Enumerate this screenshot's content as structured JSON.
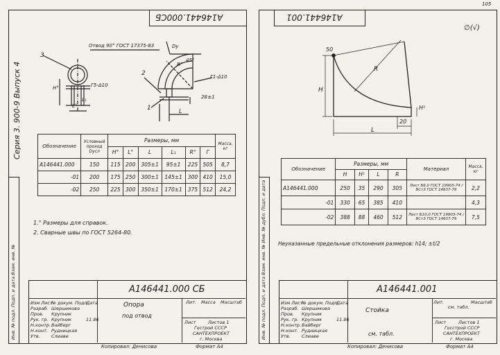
{
  "page_number": "105",
  "left": {
    "top_code": "А146441.000СБ",
    "series": "Серия 3. 900-9 Выпуск 4",
    "drawing_labels": {
      "otvod": "Отвод 90° ГОСТ 17375-83",
      "weld_left": "Г5-Δ10",
      "weld_right": "Г1-Δ10",
      "dim_H": "Н°",
      "dim_L1": "L₁",
      "dim_L": "L",
      "dim_Lo": "L°",
      "dim_R": "R°",
      "dim_Dy": "Dy",
      "dim_25": "2Б±1",
      "dim_45": "45°",
      "part_1": "1",
      "part_2": "2",
      "part_3": "3"
    },
    "table": {
      "col_name": "Обозначение",
      "col_dy": "Условный проход Dусл",
      "col_dims": "Размеры, мм",
      "col_mass": "Масса, кг",
      "sub_cols": [
        "H°",
        "L°",
        "L",
        "L₁",
        "R°",
        "Г"
      ],
      "rows": [
        {
          "name": "А146441.000",
          "dy": "150",
          "vals": [
            "115",
            "200",
            "305±1",
            "95±1",
            "225",
            "505"
          ],
          "mass": "8,7"
        },
        {
          "name": "-01",
          "dy": "200",
          "vals": [
            "175",
            "250",
            "300±1",
            "145±1",
            "300",
            "410"
          ],
          "mass": "15,0"
        },
        {
          "name": "-02",
          "dy": "250",
          "vals": [
            "225",
            "300",
            "350±1",
            "170±1",
            "375",
            "512"
          ],
          "mass": "24,2"
        }
      ]
    },
    "notes": [
      "1.° Размеры для справок.",
      "2. Сварные швы по ГОСТ 5264-80."
    ],
    "side_strip": "Инв. № подл.   Подп. и дата   Взам. инв. №",
    "title_block": {
      "doc_code": "А146441.000 СБ",
      "title_line1": "Опора",
      "title_line2": "под отвод",
      "lit": "Лит.",
      "mass": "Масса",
      "scale": "Масштаб",
      "sheet": "Лист",
      "sheets": "Листов 1",
      "org1": "Гострой СССР",
      "org2": "САНТЕХПРОЕКТ",
      "org3": "г. Москва",
      "roles": [
        "Изм Лист",
        "Разраб.",
        "Пров.",
        "Рук. гр.",
        "Н.контр.",
        "Н.конт.",
        "Утв."
      ],
      "names": [
        "№ докум.",
        "Шершикова",
        "Крупник",
        "Крупник",
        "Вайберг",
        "Рудницкая",
        "Слиаве"
      ],
      "sig_head": [
        "Подп.",
        "Дата"
      ],
      "date_mark": "11.86"
    },
    "copy": "Копировал: Денисова",
    "format": "Формат А4"
  },
  "right": {
    "top_code": "А146441.001",
    "roughness": "∅(√)",
    "drawing_labels": {
      "dim_50": "50",
      "dim_R": "R",
      "dim_H": "H",
      "dim_H1": "H¹",
      "dim_L": "L",
      "dim_20": "20"
    },
    "table": {
      "col_name": "Обозначение",
      "col_dims": "Размеры, мм",
      "col_material": "Материал",
      "col_mass": "Масса, кг",
      "sub_cols": [
        "H",
        "H¹",
        "L",
        "R"
      ],
      "rows": [
        {
          "name": "А146441.000",
          "vals": [
            "250",
            "35",
            "290",
            "305"
          ],
          "material": "Лист Б6,0 ГОСТ 19903-74 / ВСт3 ГОСТ 14637-79",
          "mass": "2,2"
        },
        {
          "name": "-01",
          "vals": [
            "330",
            "65",
            "385",
            "410"
          ],
          "material": "",
          "mass": "4,3"
        },
        {
          "name": "-02",
          "vals": [
            "388",
            "88",
            "460",
            "512"
          ],
          "material": "Лист Б10,0 ГОСТ 19903-74 / ВСт3 ГОСТ 14637-79",
          "mass": "7,5"
        }
      ]
    },
    "note": "Неуказанные предельные отклонения размеров: h14; ±t/2",
    "side_strip": "Инв. № подл.   Подп. и дата   Взам. инв. №   Инв. № дубл.   Подп. и дата",
    "title_block": {
      "doc_code": "А146441.001",
      "title_line1": "Стойка",
      "title_line2": "см. табл.",
      "lit": "Лит.",
      "mass": "см. табл.",
      "scale": "Масштаб",
      "sheet": "Лист",
      "sheets": "Листов 1",
      "org1": "Госстрой СССР",
      "org2": "САНТЕХПРОЕКТ",
      "org3": "г. Москва",
      "roles": [
        "Изм Лист",
        "Разраб.",
        "Пров.",
        "Рук. гр.",
        "Н.контр.",
        "Н.конт.",
        "Утв."
      ],
      "names": [
        "№ докум.",
        "Шершикова",
        "Крупник",
        "Крупник",
        "Вайберг",
        "Рудницкая",
        "Слиаве"
      ],
      "sig_head": [
        "Подп.",
        "Дата"
      ],
      "date_mark": "11.86"
    },
    "copy": "Копировал: Денисова",
    "format": "Формат А4"
  }
}
